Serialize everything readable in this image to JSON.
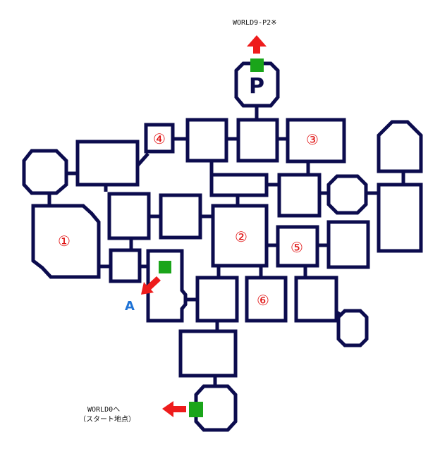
{
  "labels": {
    "top_exit": "WORLD9-P2※",
    "bottom_exit_line1": "WORLD0へ",
    "bottom_exit_line2": "（スタート地点）",
    "warp_a": "A",
    "p_room": "P"
  },
  "rooms": {
    "r1": "①",
    "r2": "②",
    "r3": "③",
    "r4": "④",
    "r5": "⑤",
    "r6": "⑥"
  },
  "colors": {
    "wall": "#0c0c4e",
    "number": "#e01010",
    "marker": "#1aa51a",
    "arrow": "#ee1c1c",
    "label_a": "#1f73d6"
  }
}
